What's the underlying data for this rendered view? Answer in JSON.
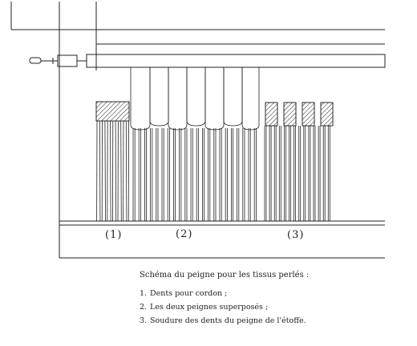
{
  "group_labels": [
    "(1)",
    "(2)",
    "(3)"
  ],
  "caption": {
    "title": "Schéma du peigne pour les tissus perlés :",
    "items": [
      {
        "num": "1.",
        "text": "Dents pour cordon ;"
      },
      {
        "num": "2.",
        "text": "Les deux peignes superposés ;"
      },
      {
        "num": "3.",
        "text": "Soudure des dents du peigne de l'étoffe."
      }
    ]
  },
  "colors": {
    "ink": "#222222",
    "paper": "#ffffff"
  }
}
